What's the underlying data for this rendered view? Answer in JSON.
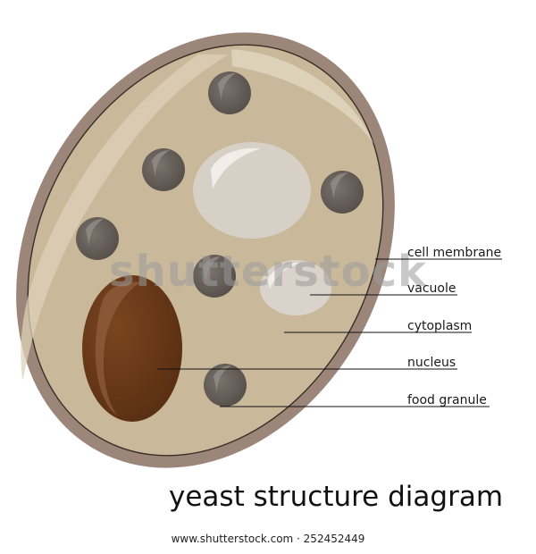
{
  "title": "yeast structure diagram",
  "labels": {
    "cell_membrane": "cell membrane",
    "vacuole": "vacuole",
    "cytoplasm": "cytoplasm",
    "nucleus": "nucleus",
    "food_granule": "food granule"
  },
  "watermark": "shutterstock",
  "source_url": "www.shutterstock.com · 252452449",
  "colors": {
    "cell_wall": "#9b8679",
    "cytoplasm": "#c9b99a",
    "nucleus": "#6b3a1a",
    "vacuole": "#d6d0c6",
    "food_granule": "#6a625c",
    "background": "#ffffff"
  }
}
